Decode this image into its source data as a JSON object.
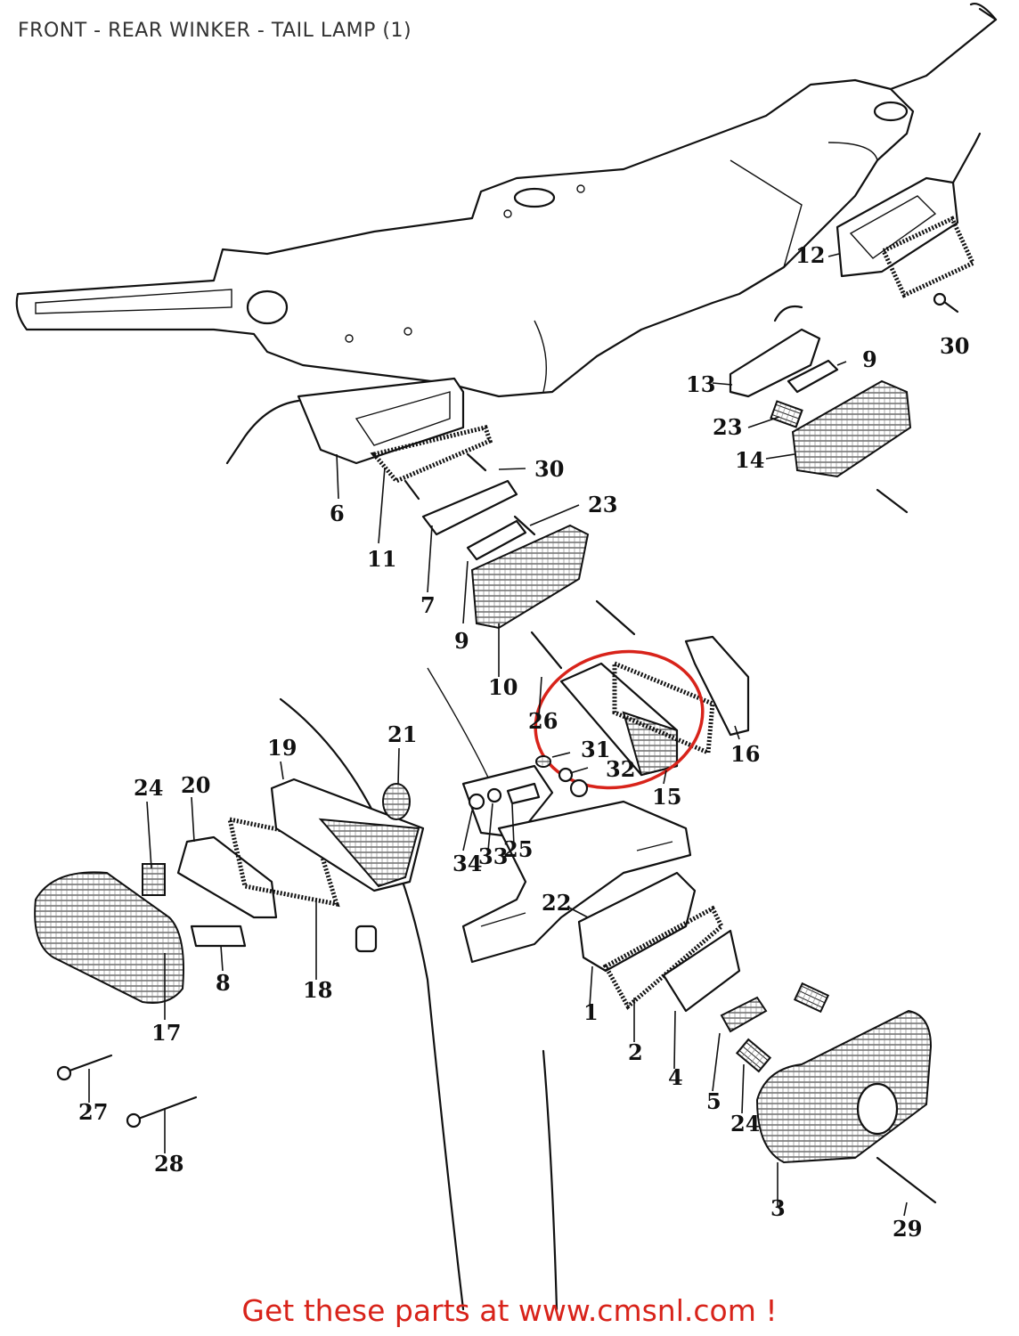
{
  "title": "FRONT - REAR WINKER - TAIL LAMP (1)",
  "cta": "Get these parts at www.cmsnl.com !",
  "highlight_color": "#d8231a",
  "labels": {
    "p1": "1",
    "p2": "2",
    "p3": "3",
    "p4": "4",
    "p5": "5",
    "p6": "6",
    "p7": "7",
    "p8": "8",
    "p9a": "9",
    "p9b": "9",
    "p10": "10",
    "p11": "11",
    "p12": "12",
    "p13": "13",
    "p14": "14",
    "p15": "15",
    "p16": "16",
    "p17": "17",
    "p18": "18",
    "p19": "19",
    "p20": "20",
    "p21": "21",
    "p22": "22",
    "p23a": "23",
    "p23b": "23",
    "p24a": "24",
    "p24b": "24",
    "p25": "25",
    "p26": "26",
    "p27": "27",
    "p28": "28",
    "p29": "29",
    "p30a": "30",
    "p30b": "30",
    "p31": "31",
    "p32": "32",
    "p33": "33",
    "p34": "34"
  }
}
